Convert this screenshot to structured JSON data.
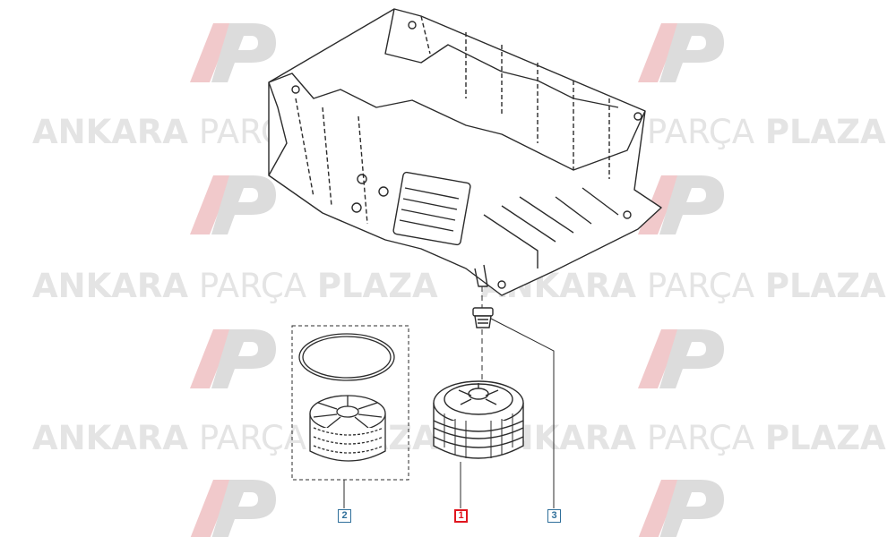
{
  "watermark": {
    "brand_first": "ANKARA",
    "brand_middle": "PARÇA",
    "brand_last": "PLAZA",
    "logo_icon": "ap-logo-icon"
  },
  "colors": {
    "line": "#2b2b2b",
    "callout": "#2f6f9a",
    "callout_active": "#e0161f",
    "watermark": "#e4e4e4"
  },
  "parts": [
    {
      "ref": "2",
      "name": "oil-filter-element-kit",
      "icon": "filter-cartridge-icon",
      "selected": false
    },
    {
      "ref": "1",
      "name": "oil-filter-cap",
      "icon": "filter-housing-cap-icon",
      "selected": true
    },
    {
      "ref": "3",
      "name": "plug",
      "icon": "plug-icon",
      "selected": false
    }
  ],
  "assembly": {
    "icon": "engine-oil-sump-block-icon"
  }
}
